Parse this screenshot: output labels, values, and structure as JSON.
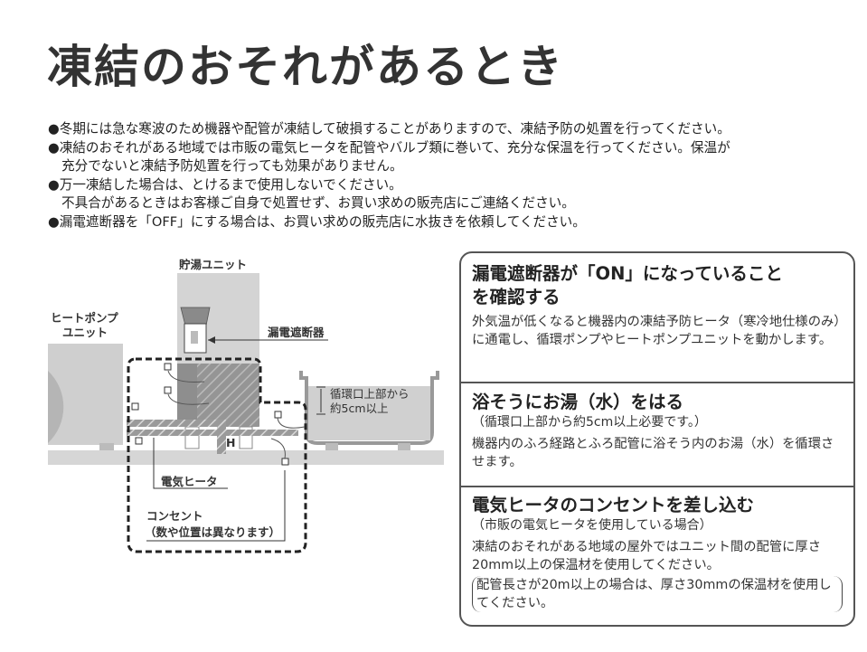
{
  "title": "凍結のおそれがあるとき",
  "bullets": [
    "●冬期には急な寒波のため機器や配管が凍結して破損することがありますので、凍結予防の処置を行ってください。",
    "●凍結のおそれがある地域では市販の電気ヒータを配管やバルブ類に巻いて、充分な保温を行ってください。保温が",
    "充分でないと凍結予防処置を行っても効果がありません。",
    "●万一凍結した場合は、とけるまで使用しないでください。",
    "不具合があるときはお客様ご自身で処置せず、お買い求めの販売店にご連絡ください。",
    "●漏電遮断器を「OFF」にする場合は、お買い求めの販売店に水抜きを依頼してください。"
  ],
  "diagram": {
    "storage_unit": "貯湯ユニット",
    "heat_pump_line1": "ヒートポンプ",
    "heat_pump_line2": "ユニット",
    "breaker": "漏電遮断器",
    "inlet_line1": "循環口上部から",
    "inlet_line2": "約5cm以上",
    "heater": "電気ヒータ",
    "outlet_line1": "コンセント",
    "outlet_line2": "（数や位置は異なります）",
    "h_mark": "H"
  },
  "panel": {
    "sections": [
      {
        "heading_line1": "漏電遮断器が「ON」になっていること",
        "heading_line2": "を確認する",
        "body": "外気温が低くなると機器内の凍結予防ヒータ（寒冷地仕様のみ）に通電し、循環ポンプやヒートポンプユニットを動かします。"
      },
      {
        "heading": "浴そうにお湯（水）をはる",
        "sub": "（循環口上部から約5cm以上必要です。）",
        "body": "機器内のふろ経路とふろ配管に浴そう内のお湯（水）を循環させます。"
      },
      {
        "heading": "電気ヒータのコンセントを差し込む",
        "sub": "（市販の電気ヒータを使用している場合）",
        "body": "凍結のおそれがある地域の屋外ではユニット間の配管に厚さ20mm以上の保温材を使用してください。",
        "note": "配管長さが20m以上の場合は、厚さ30mmの保温材を使用してください。"
      }
    ]
  }
}
